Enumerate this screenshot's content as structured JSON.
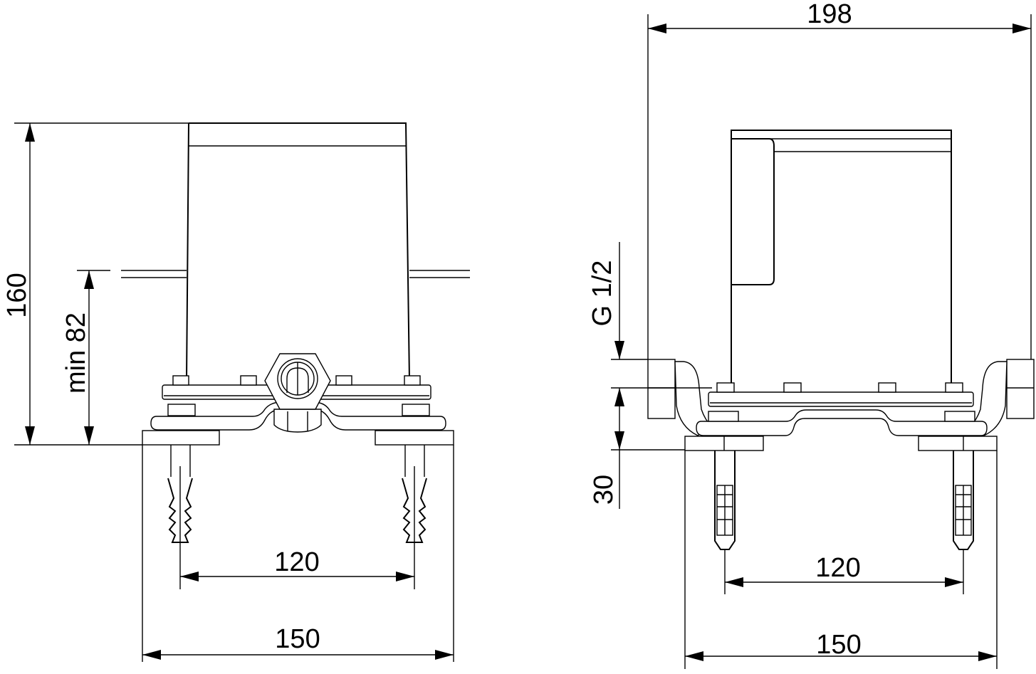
{
  "front_view": {
    "height_label": "160",
    "min_height_label": "min 82",
    "dowel_spacing_label": "120",
    "plate_width_label": "150"
  },
  "side_view": {
    "overall_width_label": "198",
    "thread_label": "G 1/2",
    "offset_label": "30",
    "dowel_spacing_label": "120",
    "plate_width_label": "150"
  },
  "colors": {
    "line": "#000000",
    "background": "#ffffff"
  }
}
